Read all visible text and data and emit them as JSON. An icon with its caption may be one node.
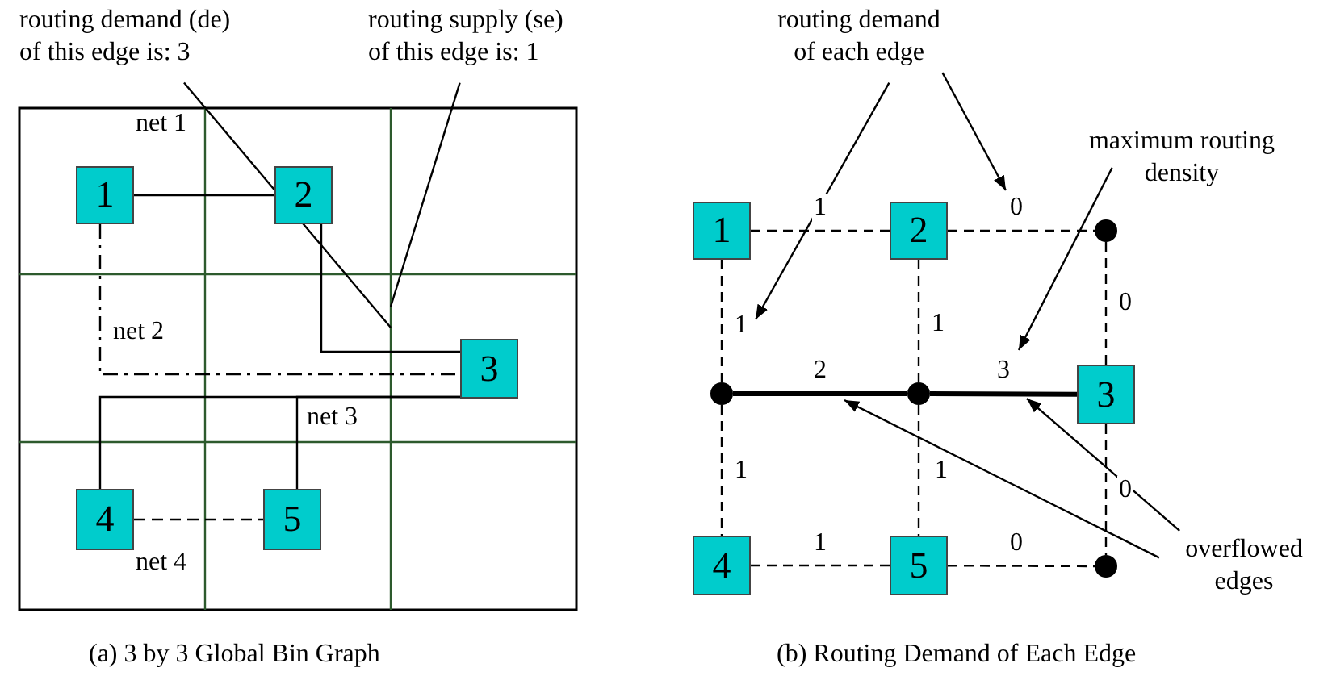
{
  "diagram": {
    "nodes": [
      {
        "text": [
          "routing demand (de) of this edge is: 3"
        ]
      },
      {
        "text": [
          "routing supply (se) of this edge is: 1"
        ]
      },
      {
        "text": [
          "1"
        ]
      },
      {
        "text": [
          "2"
        ]
      },
      {
        "text": [
          "3"
        ]
      },
      {
        "text": [
          "4"
        ]
      },
      {
        "text": [
          "5"
        ]
      },
      {
        "text": [
          "routing demand of each edge"
        ]
      },
      {
        "text": [
          "maximum routing density"
        ]
      },
      {
        "text": [
          "1"
        ]
      },
      {
        "text": [
          "2"
        ]
      },
      {
        "text": [],
        "shape": "circle"
      },
      {
        "text": [],
        "shape": "circle"
      },
      {
        "text": [],
        "shape": "circle"
      },
      {
        "text": [
          "3"
        ]
      },
      {
        "text": [
          "overflowed edges"
        ]
      },
      {
        "text": [
          "4"
        ]
      },
      {
        "text": [
          "5"
        ]
      },
      {
        "text": [],
        "shape": "circle"
      }
    ],
    "edges": [
      {
        "from": 0,
        "to": null,
        "arrow": "none"
      },
      {
        "from": 1,
        "to": null,
        "arrow": "none"
      },
      {
        "from": 2,
        "to": 3,
        "arrow": "none"
      },
      {
        "from": 3,
        "to": 4,
        "arrow": "none"
      },
      {
        "from": 2,
        "to": 4,
        "arrow": "none",
        "style": "dashed"
      },
      {
        "from": 4,
        "to": 5,
        "arrow": "none"
      },
      {
        "from": 4,
        "to": 6,
        "arrow": "none"
      },
      {
        "from": 5,
        "to": 6,
        "arrow": "none",
        "style": "dashed"
      },
      {
        "from": 7,
        "to": null,
        "arrow": "to"
      },
      {
        "from": 7,
        "to": null,
        "arrow": "to"
      },
      {
        "from": 8,
        "to": null,
        "arrow": "to"
      },
      {
        "from": 15,
        "to": null,
        "arrow": "to"
      },
      {
        "from": 15,
        "to": null,
        "arrow": "to"
      },
      {
        "from": 9,
        "to": 10,
        "arrow": "none",
        "style": "dashed",
        "label": "1"
      },
      {
        "from": 10,
        "to": 11,
        "arrow": "none",
        "style": "dashed",
        "label": "0"
      },
      {
        "from": 11,
        "to": 14,
        "arrow": "none",
        "style": "dashed",
        "label": "0"
      },
      {
        "from": 9,
        "to": 12,
        "arrow": "none",
        "style": "dashed",
        "label": "1"
      },
      {
        "from": 10,
        "to": 13,
        "arrow": "none",
        "style": "dashed",
        "label": "1"
      },
      {
        "from": 12,
        "to": 13,
        "arrow": "none",
        "style": "thick",
        "label": "2"
      },
      {
        "from": 13,
        "to": 14,
        "arrow": "none",
        "style": "thick",
        "label": "3"
      },
      {
        "from": 12,
        "to": 16,
        "arrow": "none",
        "style": "dashed",
        "label": "1"
      },
      {
        "from": 13,
        "to": 17,
        "arrow": "none",
        "style": "dashed",
        "label": "1"
      },
      {
        "from": 14,
        "to": 18,
        "arrow": "none",
        "style": "dashed",
        "label": "0"
      },
      {
        "from": 16,
        "to": 17,
        "arrow": "none",
        "style": "dashed",
        "label": "1"
      },
      {
        "from": 17,
        "to": 18,
        "arrow": "none",
        "style": "dashed",
        "label": "0"
      }
    ],
    "labels": [
      "net 1",
      "net 2",
      "net 3",
      "net 4",
      "(a) 3 by 3 Global Bin Graph",
      "(b) Routing Demand of Each Edge"
    ]
  }
}
